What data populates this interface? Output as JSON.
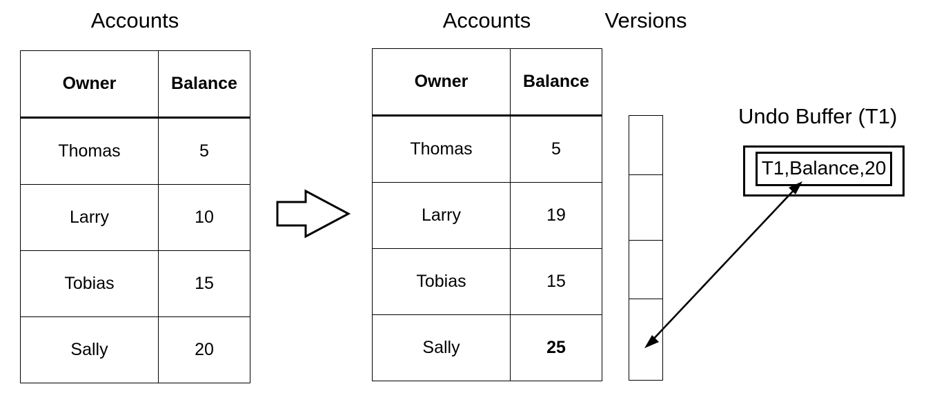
{
  "diagram": {
    "titles": {
      "left_table": "Accounts",
      "right_table": "Accounts",
      "versions": "Versions",
      "undo_buffer": "Undo Buffer (T1)"
    },
    "columns": [
      "Owner",
      "Balance"
    ],
    "before_table": {
      "name": "Accounts",
      "rows": [
        {
          "owner": "Thomas",
          "balance": "5",
          "bold": false
        },
        {
          "owner": "Larry",
          "balance": "10",
          "bold": false
        },
        {
          "owner": "Tobias",
          "balance": "15",
          "bold": false
        },
        {
          "owner": "Sally",
          "balance": "20",
          "bold": false
        }
      ]
    },
    "after_table": {
      "name": "Accounts",
      "rows": [
        {
          "owner": "Thomas",
          "balance": "5",
          "bold": false
        },
        {
          "owner": "Larry",
          "balance": "19",
          "bold": false
        },
        {
          "owner": "Tobias",
          "balance": "15",
          "bold": false
        },
        {
          "owner": "Sally",
          "balance": "25",
          "bold": true
        }
      ]
    },
    "versions_column": {
      "label": "Versions",
      "cells": [
        "",
        "",
        "",
        ""
      ],
      "linked_cell_index": 3
    },
    "undo_buffer": {
      "label": "Undo Buffer (T1)",
      "entries": [
        "T1,Balance,20"
      ]
    },
    "transform_arrow": {
      "name": "block-arrow-right",
      "direction": "right"
    },
    "link_arrow": {
      "name": "undo-link-arrow",
      "double_headed": true,
      "from": "undo-buffer-entry",
      "to": "versions-cell-4"
    },
    "colors": {
      "stroke": "#000000",
      "background": "#ffffff",
      "text": "#000000"
    }
  }
}
